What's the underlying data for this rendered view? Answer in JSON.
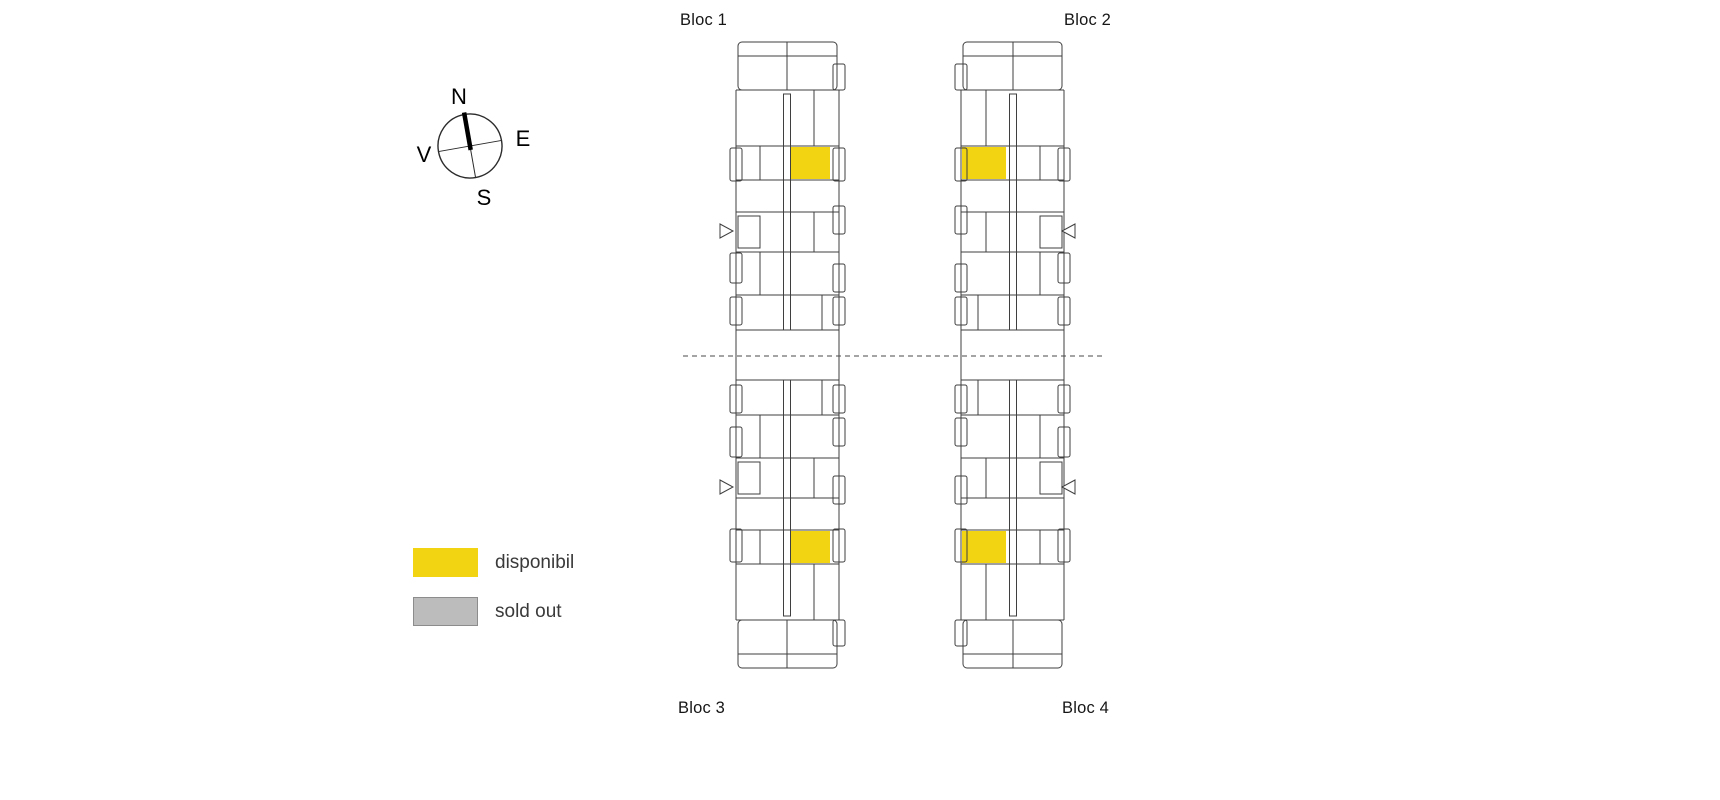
{
  "page": {
    "background": "#ffffff"
  },
  "compass": {
    "north": "N",
    "east": "E",
    "south": "S",
    "west": "V"
  },
  "blocks": [
    {
      "label": "Bloc 1",
      "available_units": 1
    },
    {
      "label": "Bloc 2",
      "available_units": 1
    },
    {
      "label": "Bloc 3",
      "available_units": 1
    },
    {
      "label": "Bloc 4",
      "available_units": 1
    }
  ],
  "legend": {
    "available": {
      "label": "disponibil",
      "color": "#F2D413"
    },
    "sold_out": {
      "label": "sold out",
      "color": "#BCBCBC",
      "border": "#8C8C8C"
    }
  },
  "colors": {
    "outline": "#3F3F3F",
    "divider": "#4A4A4A"
  }
}
